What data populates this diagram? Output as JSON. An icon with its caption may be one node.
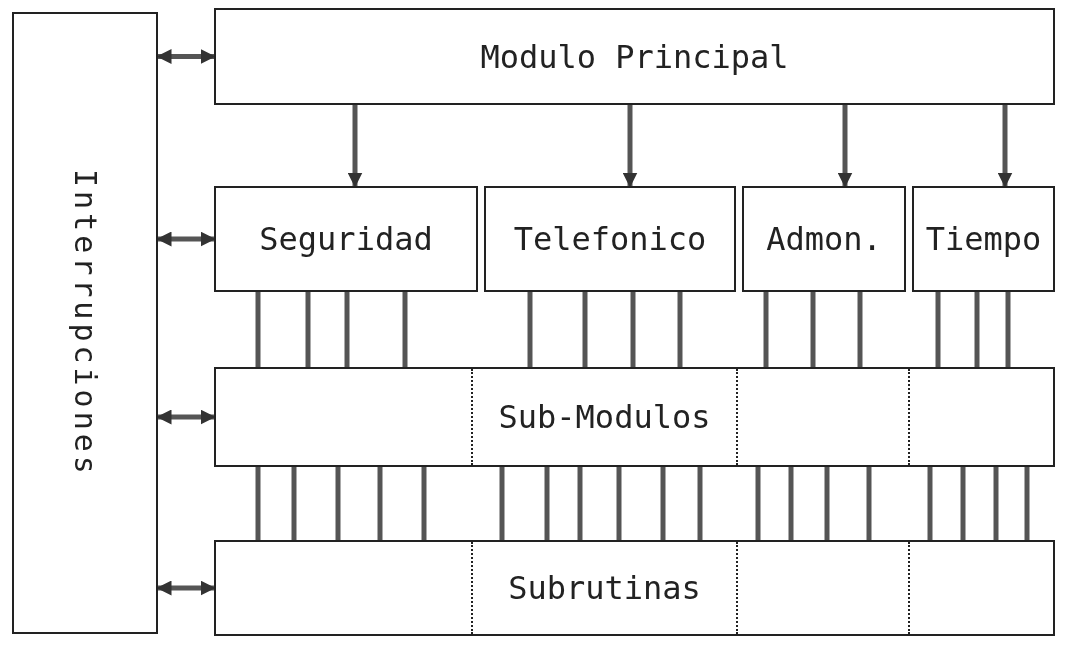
{
  "diagram": {
    "nodes": [
      {
        "text": [
          "Interrupciones"
        ]
      },
      {
        "text": [
          "Modulo Principal"
        ]
      },
      {
        "text": [
          "Seguridad"
        ]
      },
      {
        "text": [
          "Telefonico"
        ]
      },
      {
        "text": [
          "Admon."
        ]
      },
      {
        "text": [
          "Tiempo"
        ]
      },
      {
        "text": [
          "Sub-Modulos"
        ]
      },
      {
        "text": [
          "Subrutinas"
        ]
      }
    ],
    "edges": [
      {
        "from": 0,
        "to": 1,
        "arrow": "both"
      },
      {
        "from": 0,
        "to": 2,
        "arrow": "both"
      },
      {
        "from": 0,
        "to": 6,
        "arrow": "both"
      },
      {
        "from": 0,
        "to": 7,
        "arrow": "both"
      },
      {
        "from": 1,
        "to": 2,
        "arrow": "to"
      },
      {
        "from": 1,
        "to": 3,
        "arrow": "to"
      },
      {
        "from": 1,
        "to": 4,
        "arrow": "to"
      },
      {
        "from": 1,
        "to": 5,
        "arrow": "to"
      },
      {
        "from": 2,
        "to": 6,
        "arrow": "none"
      },
      {
        "from": 2,
        "to": 6,
        "arrow": "none"
      },
      {
        "from": 2,
        "to": 6,
        "arrow": "none"
      },
      {
        "from": 2,
        "to": 6,
        "arrow": "none"
      },
      {
        "from": 3,
        "to": 6,
        "arrow": "none"
      },
      {
        "from": 3,
        "to": 6,
        "arrow": "none"
      },
      {
        "from": 3,
        "to": 6,
        "arrow": "none"
      },
      {
        "from": 3,
        "to": 6,
        "arrow": "none"
      },
      {
        "from": 4,
        "to": 6,
        "arrow": "none"
      },
      {
        "from": 4,
        "to": 6,
        "arrow": "none"
      },
      {
        "from": 4,
        "to": 6,
        "arrow": "none"
      },
      {
        "from": 5,
        "to": 6,
        "arrow": "none"
      },
      {
        "from": 5,
        "to": 6,
        "arrow": "none"
      },
      {
        "from": 5,
        "to": 6,
        "arrow": "none"
      },
      {
        "from": 6,
        "to": 7,
        "arrow": "none"
      },
      {
        "from": 6,
        "to": 7,
        "arrow": "none"
      },
      {
        "from": 6,
        "to": 7,
        "arrow": "none"
      },
      {
        "from": 6,
        "to": 7,
        "arrow": "none"
      },
      {
        "from": 6,
        "to": 7,
        "arrow": "none"
      },
      {
        "from": 6,
        "to": 7,
        "arrow": "none"
      },
      {
        "from": 6,
        "to": 7,
        "arrow": "none"
      },
      {
        "from": 6,
        "to": 7,
        "arrow": "none"
      },
      {
        "from": 6,
        "to": 7,
        "arrow": "none"
      },
      {
        "from": 6,
        "to": 7,
        "arrow": "none"
      },
      {
        "from": 6,
        "to": 7,
        "arrow": "none"
      },
      {
        "from": 6,
        "to": 7,
        "arrow": "none"
      },
      {
        "from": 6,
        "to": 7,
        "arrow": "none"
      },
      {
        "from": 6,
        "to": 7,
        "arrow": "none"
      },
      {
        "from": 6,
        "to": 7,
        "arrow": "none"
      },
      {
        "from": 6,
        "to": 7,
        "arrow": "none"
      },
      {
        "from": 6,
        "to": 7,
        "arrow": "none"
      },
      {
        "from": 6,
        "to": 7,
        "arrow": "none"
      },
      {
        "from": 6,
        "to": 7,
        "arrow": "none"
      }
    ]
  }
}
